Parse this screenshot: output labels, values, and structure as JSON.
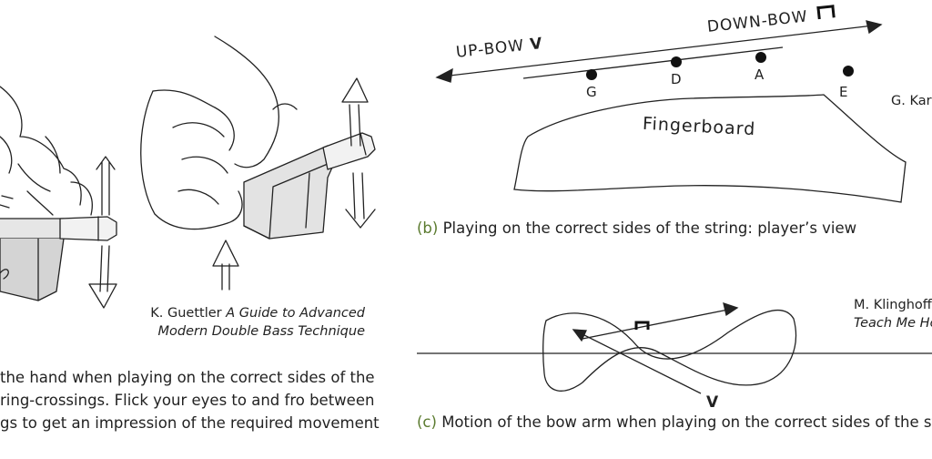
{
  "left": {
    "credit_author": "K. Guettler ",
    "credit_title_1": "A Guide to Advanced",
    "credit_title_2": "Modern Double Bass Technique",
    "body_lines": [
      "the hand when playing on the correct sides of the",
      "ring-crossings. Flick your eyes to and fro between",
      "gs to get an impression of the required movement"
    ]
  },
  "fig_b": {
    "up_bow": "UP-BOW",
    "down_bow": "DOWN-BOW",
    "strings": [
      "G",
      "D",
      "A",
      "E"
    ],
    "fingerboard": "Fingerboard",
    "credit": "G. Kar",
    "caption_letter": "(b)",
    "caption_text": " Playing on the correct sides of the string: player’s view"
  },
  "fig_c": {
    "credit_author": "M. Klinghoff",
    "credit_title": "Teach Me Ho",
    "caption_letter": "(c)",
    "caption_text": " Motion of the bow arm when playing on the correct sides of the st"
  }
}
